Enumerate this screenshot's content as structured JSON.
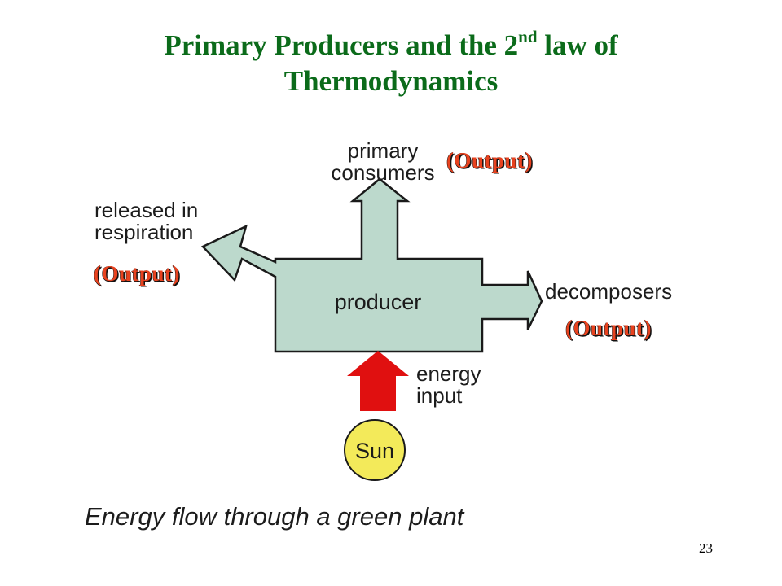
{
  "slide": {
    "title_before_sup": "Primary Producers and the 2",
    "title_sup": "nd",
    "title_after_sup": " law of",
    "title_line2": "Thermodynamics",
    "page_number": "23"
  },
  "diagram": {
    "producer_label": "producer",
    "primary_consumers_label": [
      "primary",
      "consumers"
    ],
    "respiration_label": [
      "released in",
      "respiration"
    ],
    "decomposers_label": "decomposers",
    "energy_input_label": [
      "energy",
      "input"
    ],
    "sun_label": "Sun",
    "output_tag": "(Output)",
    "caption": "Energy flow through a green plant"
  },
  "colors": {
    "title": "#0b6b1a",
    "output": "#e8421f",
    "producer_fill": "#bcd9cc",
    "outline": "#1a1a1a",
    "energy_arrow": "#e01010",
    "sun_fill": "#f3ea5a"
  }
}
